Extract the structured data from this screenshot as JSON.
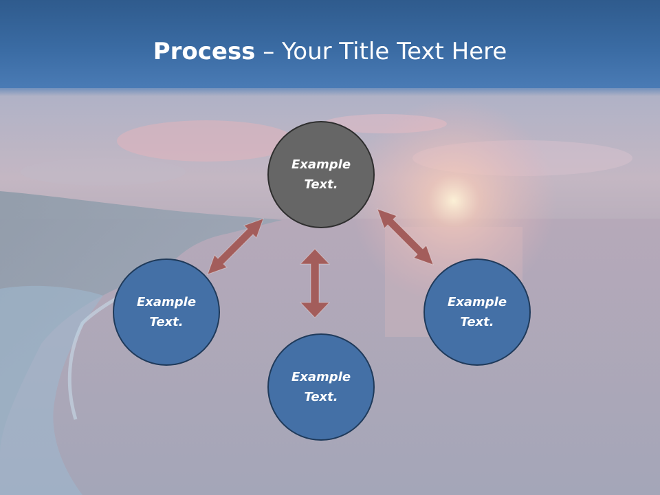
{
  "title": {
    "bold": "Process",
    "rest": " – Your Title Text Here"
  },
  "nodes": {
    "top": {
      "line1": "Example",
      "line2": "Text."
    },
    "left": {
      "line1": "Example",
      "line2": "Text."
    },
    "right": {
      "line1": "Example",
      "line2": "Text."
    },
    "bottom": {
      "line1": "Example",
      "line2": "Text."
    }
  },
  "colors": {
    "header": "#3a6ba3",
    "node_blue": "#4470a6",
    "node_gray": "#666666",
    "arrow": "#a35d5b"
  }
}
